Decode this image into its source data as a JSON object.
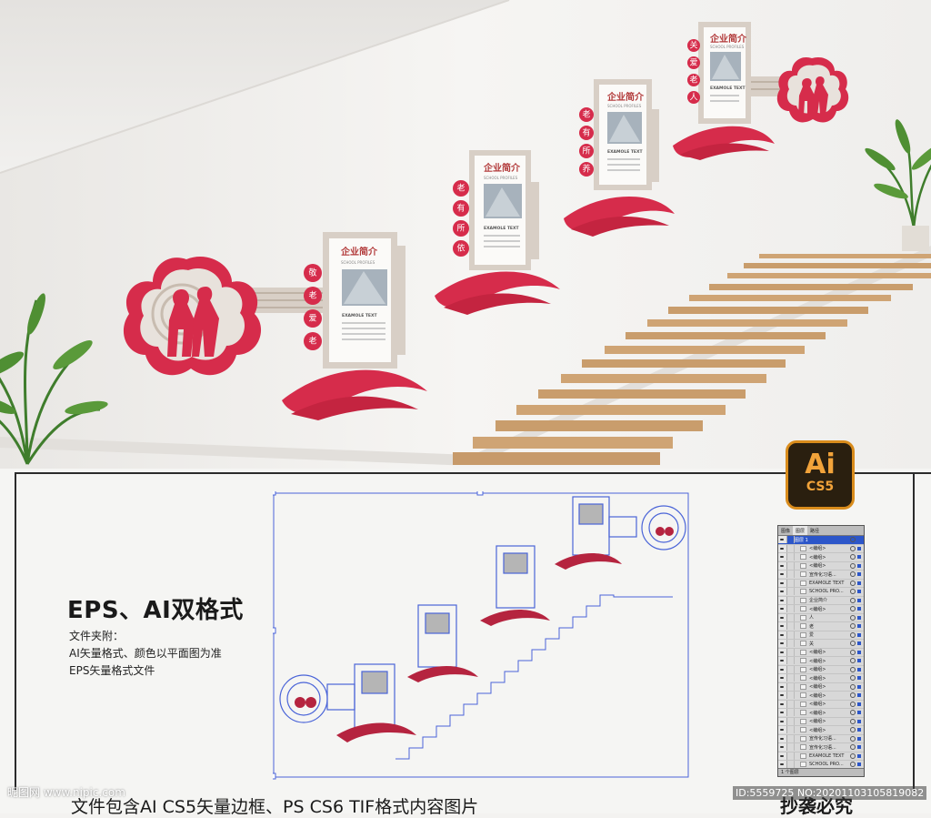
{
  "scene": {
    "panels": [
      {
        "title": "企业简介",
        "subtitle": "SCHOOL PROFILES",
        "example": "EXAMOLE TEXT",
        "plaque": [
          "敬",
          "老",
          "爱",
          "老"
        ]
      },
      {
        "title": "企业简介",
        "subtitle": "SCHOOL PROFILES",
        "example": "EXAMOLE TEXT",
        "plaque": [
          "老",
          "有",
          "所",
          "依"
        ]
      },
      {
        "title": "企业简介",
        "subtitle": "SCHOOL PROFILES",
        "example": "EXAMOLE TEXT",
        "plaque": [
          "老",
          "有",
          "所",
          "养"
        ]
      },
      {
        "title": "企业简介",
        "subtitle": "SCHOOL PROFILES",
        "example": "EXAMOLE TEXT",
        "plaque": [
          "关",
          "爱",
          "老",
          "人"
        ]
      }
    ],
    "accent_color": "#d62c4b",
    "frame_color": "#d8cfc6"
  },
  "info": {
    "heading": "EPS、AI双格式",
    "lines": [
      "文件夹附：",
      "AI矢量格式、颜色以平面图为准",
      "EPS矢量格式文件"
    ]
  },
  "badge": {
    "line1": "Ai",
    "line2": "CS5"
  },
  "layers_panel": {
    "tabs": [
      "图像",
      "图层",
      "路径"
    ],
    "top_layer": "图层 1",
    "rows": [
      "<编组>",
      "<编组>",
      "<编组>",
      "宣传化习语...",
      "EXAMOLE TEXT",
      "SCHOOL PRO...",
      "企业简介",
      "<编组>",
      "人",
      "老",
      "爱",
      "关",
      "<编组>",
      "<编组>",
      "<编组>",
      "<编组>",
      "<编组>",
      "<编组>",
      "<编组>",
      "<编组>",
      "<编组>",
      "<编组>",
      "宣传化习语...",
      "宣传化习语...",
      "EXAMOLE TEXT",
      "SCHOOL PRO..."
    ],
    "footer": "1 个图层"
  },
  "captions": {
    "bottom": "文件包含AI CS5矢量边框、PS CS6 TIF格式内容图片",
    "right": "抄袭必究",
    "watermark": "昵图网 www.nipic.com",
    "id": "ID:5559725 NO:20201103105819082"
  }
}
